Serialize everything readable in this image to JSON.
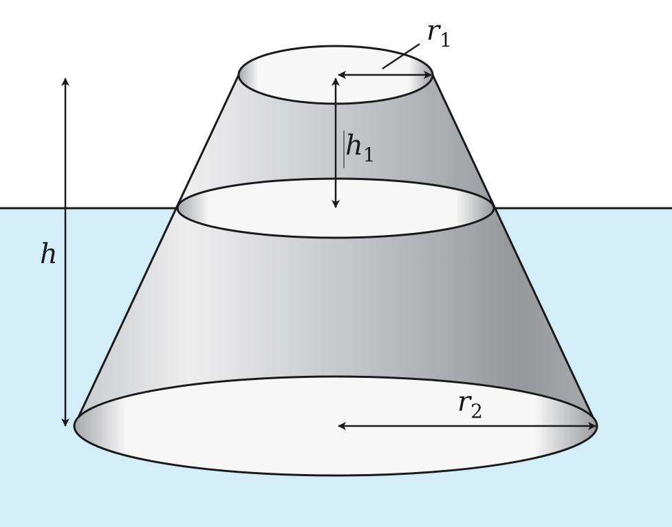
{
  "colors": {
    "water": "#d4eef9",
    "outline": "#1a1a1a",
    "rim_fill": "#f6f6f6"
  },
  "labels": {
    "r1": {
      "main": "r",
      "sub": "1"
    },
    "h1": {
      "main": "h",
      "sub": "1"
    },
    "h": {
      "main": "h"
    },
    "r2": {
      "main": "r",
      "sub": "2"
    }
  }
}
